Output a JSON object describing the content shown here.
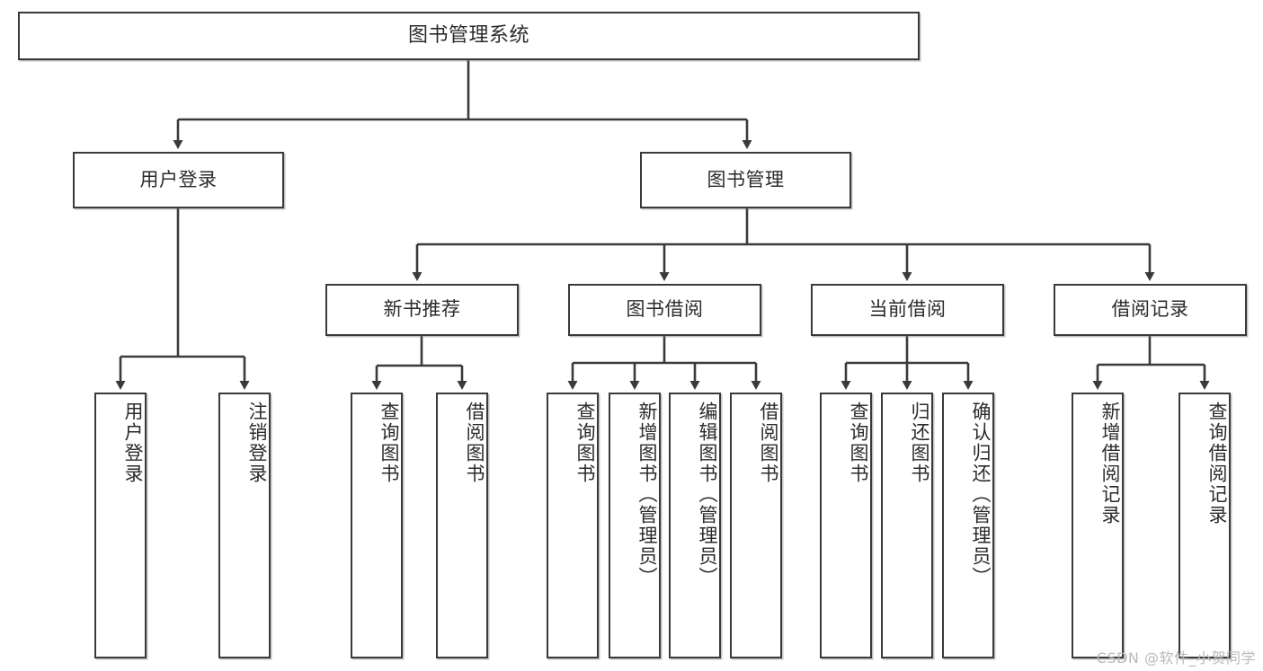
{
  "diagram": {
    "title": "图书管理系统",
    "type": "tree",
    "watermark": "CSDN @软件_小贺同学",
    "line_color": "#3a3a3a",
    "box_fill": "#ffffff",
    "text_color": "#2b2b2b"
  },
  "nodes": {
    "root": {
      "label": "图书管理系统"
    },
    "level1": [
      {
        "label": "用户登录"
      },
      {
        "label": "图书管理"
      }
    ],
    "level2": [
      {
        "label": "新书推荐"
      },
      {
        "label": "图书借阅"
      },
      {
        "label": "当前借阅"
      },
      {
        "label": "借阅记录"
      }
    ],
    "leaves_user_login": [
      {
        "label": "用户登录"
      },
      {
        "label": "注销登录"
      }
    ],
    "leaves_new_book": [
      {
        "label": "查询图书"
      },
      {
        "label": "借阅图书"
      }
    ],
    "leaves_borrow": [
      {
        "label": "查询图书"
      },
      {
        "label": "新增图书（管理员）"
      },
      {
        "label": "编辑图书（管理员）"
      },
      {
        "label": "借阅图书"
      }
    ],
    "leaves_current": [
      {
        "label": "查询图书"
      },
      {
        "label": "归还图书"
      },
      {
        "label": "确认归还（管理员）"
      }
    ],
    "leaves_record": [
      {
        "label": "新增借阅记录"
      },
      {
        "label": "查询借阅记录"
      }
    ]
  }
}
